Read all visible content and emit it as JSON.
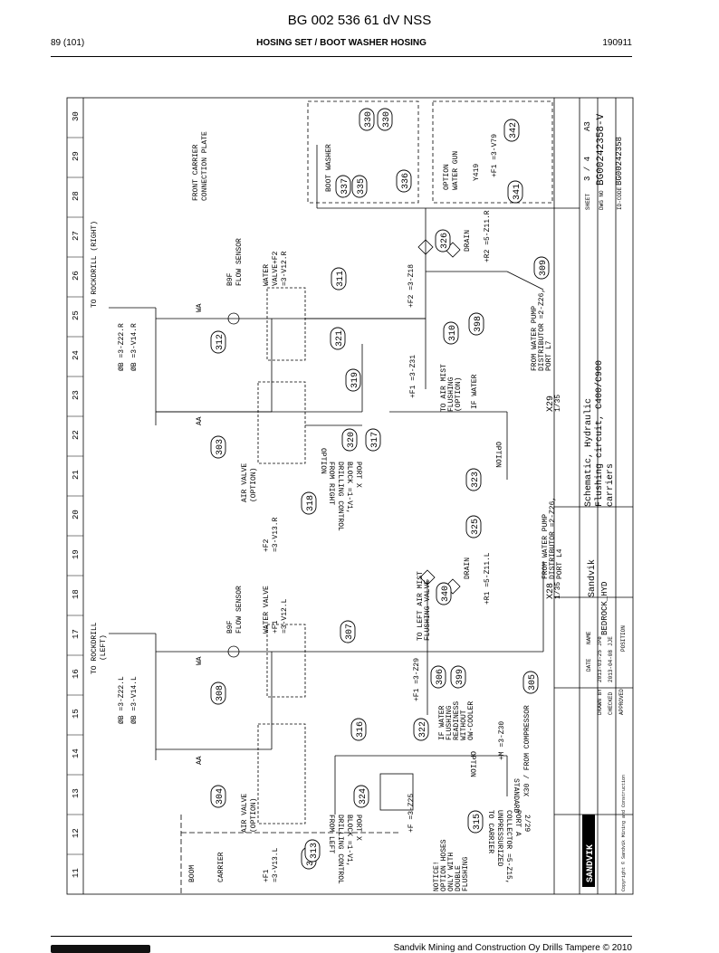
{
  "header": {
    "doc_title": "BG 002 536 61 dV NSS",
    "page": "89 (101)",
    "section": "HOSING SET / BOOT WASHER HOSING",
    "date": "190911"
  },
  "footer": {
    "company": "Sandvik Mining and Construction Oy Drills Tampere © 2010"
  },
  "grid": {
    "columns": [
      "11",
      "12",
      "13",
      "14",
      "15",
      "16",
      "17",
      "18",
      "19",
      "20",
      "21",
      "22",
      "23",
      "24",
      "25",
      "26",
      "27",
      "28",
      "29",
      "30"
    ]
  },
  "labels": {
    "front_carrier": "FRONT CARRIER",
    "connection_plate": "CONNECTION PLATE",
    "to_rockdrill_right": "TO ROCKDRILL (RIGHT)",
    "to_rockdrill_left_1": "TO ROCKDRILL",
    "to_rockdrill_left_2": "(LEFT)",
    "boot_washer": "BOOT WASHER",
    "option_water_gun_1": "OPTION",
    "option_water_gun_2": "WATER GUN",
    "y419": "Y419",
    "water_valve_f2_1": "WATER",
    "water_valve_f2_2": "VALVE+F2",
    "water_valve_f2_3": "=3-V12.R",
    "water_valve_f1_1": "WATER VALVE",
    "water_valve_f1_2": "+F1",
    "water_valve_f1_3": "=3-V12.L",
    "b9f_flow_r_1": "B9F",
    "b9f_flow_r_2": "FLOW SENSOR",
    "b9f_flow_l_1": "B9F",
    "b9f_flow_l_2": "FLOW SENSOR",
    "air_valve_r_1": "AIR VALVE",
    "air_valve_r_2": "(OPTION)",
    "air_valve_r_3": "+F2",
    "air_valve_r_4": "=3-V13.R",
    "air_valve_l_1": "AIR VALVE",
    "air_valve_l_2": "(OPTION)",
    "air_valve_l_3": "+F1",
    "air_valve_l_4": "=3-V13.L",
    "z22r": "ØB =3-Z22.R",
    "v14r": "ØB =3-V14.R",
    "z22l": "ØB =3-Z22.L",
    "v14l": "ØB =3-V14.L",
    "from_right_1": "FROM RIGHT",
    "from_right_2": "DRILLING CONTROL",
    "from_right_3": "BLOCK =1-V1,",
    "from_right_4": "PORT X",
    "from_left_1": "FROM LEFT",
    "from_left_2": "DRILLING CONTROL",
    "from_left_3": "BLOCK =1-V1,",
    "from_left_4": "PORT X",
    "drain_r": "DRAIN",
    "drain_l": "DRAIN",
    "z11r": "+R2 =5-Z11.R",
    "z11l": "+R1 =5-Z11.L",
    "from_pump_r_1": "FROM WATER PUMP",
    "from_pump_r_2": "DISTRIBUTOR =2-Z26,",
    "from_pump_r_3": "PORT L7",
    "from_pump_l_1": "FROM WATER PUMP",
    "from_pump_l_2": "DISTRIBUTOR =2-Z26,",
    "from_pump_l_3": "PORT L4",
    "to_air_mist_1": "TO AIR MIST",
    "to_air_mist_2": "FLUSHING",
    "to_air_mist_3": "(OPTION)",
    "to_left_air_mist_1": "TO LEFT AIR MIST",
    "to_left_air_mist_2": "FLUSHING VALVE",
    "if_water_1": "IF WATER",
    "if_water_2": "FLUSHING",
    "if_water_3": "READINESS",
    "if_water_4": "WITHOUT",
    "if_water_5": "OW-COOLER",
    "from_compressor": "X30 / FROM COMPRESSOR",
    "to_carrier_1": "TO CARRIER",
    "to_carrier_2": "UNPRESSURIZED",
    "to_carrier_3": "COLLECTOR =5-Z15,",
    "to_carrier_4": "PORT A",
    "notice_1": "NOTICE!",
    "notice_2": "OPTION HOSES",
    "notice_3": "ONLY WITH",
    "notice_4": "DOUBLE",
    "notice_5": "FLUSHING",
    "boom": "BOOM",
    "carrier": "CARRIER",
    "z218": "+F2 =3-Z18",
    "z31": "+F1 =3-Z31",
    "z29": "+F1 =3-Z29",
    "z30": "+M =3-Z30",
    "z25": "+F =3-Z25",
    "v79": "+F1 =3-V79",
    "x29": "X29",
    "x29_sub": "1/35",
    "x28": "X28",
    "x28_sub": "1/35",
    "x30_sub": "2/29",
    "standard": "STANDARD",
    "option": "OPTION",
    "aa": "AA",
    "wa": "WA"
  },
  "balloons": [
    "311",
    "312",
    "303",
    "319",
    "320",
    "317",
    "321",
    "310",
    "398",
    "326",
    "309",
    "318",
    "323",
    "325",
    "337",
    "335",
    "336",
    "341",
    "342",
    "330",
    "330",
    "307",
    "308",
    "306",
    "399",
    "305",
    "340",
    "316",
    "322",
    "304",
    "324",
    "314",
    "313",
    "315"
  ],
  "title_block": {
    "line1": "Schematic, Hydraulic",
    "line2": "Flushing circuit, C400/C900",
    "line3": "carriers",
    "company": "Sandvik",
    "sheet_label": "SHEET",
    "sheet": "3 / 4",
    "size": "A3",
    "dwg_label": "DWG NO",
    "dwg_no": "BG00242358-V",
    "id_label": "ID-CODE",
    "id_code": "BG00242358",
    "project": "BEDROCK_HYD",
    "position": "POSITION",
    "date_col": "DATE",
    "name_col": "NAME",
    "drawn": "DRAWN BY",
    "drawn_date": "2013-03-25",
    "drawn_name": "JPe",
    "checked": "CHECKED",
    "checked_date": "2013-04-08",
    "checked_name": "JJE",
    "approved": "APPROVED",
    "logo": "SANDVIK",
    "copyright": "Copyright © Sandvik Mining and Construction"
  }
}
